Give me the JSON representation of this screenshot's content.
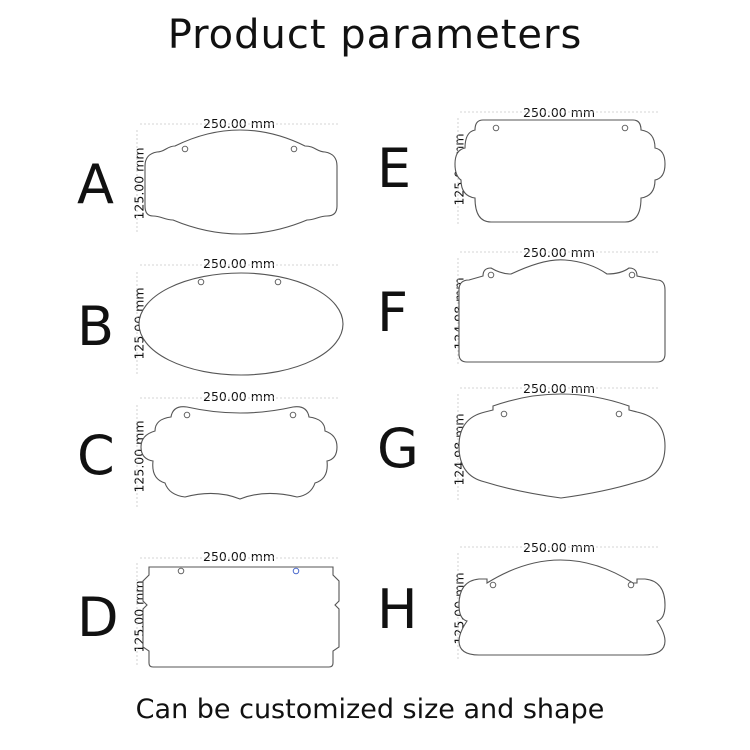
{
  "title": "Product parameters",
  "footer": "Can be customized size and shape",
  "shapes": [
    {
      "letter": "A",
      "width": "250.00 mm",
      "height": "125.00 mm"
    },
    {
      "letter": "B",
      "width": "250.00 mm",
      "height": "125.00 mm"
    },
    {
      "letter": "C",
      "width": "250.00 mm",
      "height": "125.00 mm"
    },
    {
      "letter": "D",
      "width": "250.00 mm",
      "height": "125.00 mm"
    },
    {
      "letter": "E",
      "width": "250.00 mm",
      "height": "125.00 mm"
    },
    {
      "letter": "F",
      "width": "250.00 mm",
      "height": "124.98 mm"
    },
    {
      "letter": "G",
      "width": "250.00 mm",
      "height": "124.98 mm"
    },
    {
      "letter": "H",
      "width": "250.00 mm",
      "height": "125.00 mm"
    }
  ]
}
